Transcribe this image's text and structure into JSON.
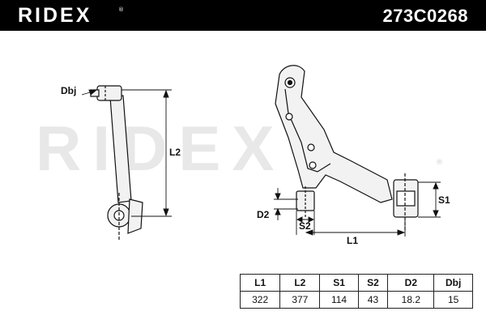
{
  "header": {
    "brand": "RIDEX",
    "registered_mark": "®",
    "part_number": "273C0268"
  },
  "watermark": {
    "text": "RIDEX",
    "registered_mark": "®"
  },
  "dimension_labels": {
    "dbj": "Dbj",
    "l2": "L2",
    "d2": "D2",
    "s2": "S2",
    "s1": "S1",
    "l1": "L1"
  },
  "spec_table": {
    "headers": [
      "L1",
      "L2",
      "S1",
      "S2",
      "D2",
      "Dbj"
    ],
    "values": [
      "322",
      "377",
      "114",
      "43",
      "18.2",
      "15"
    ]
  },
  "colors": {
    "header_background": "#000000",
    "line": "#111111",
    "part_fill": "#f2f2f2",
    "watermark": "#e8e8e8"
  }
}
